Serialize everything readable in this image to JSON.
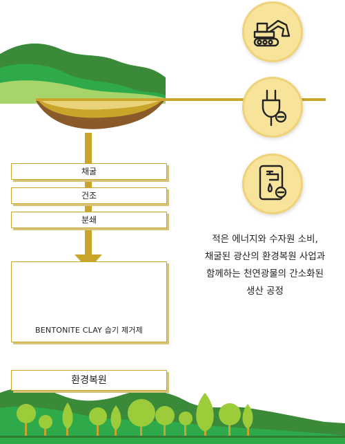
{
  "steps": [
    "채굴",
    "건조",
    "분쇄"
  ],
  "product_label": "BENTONITE CLAY 습기 제거제",
  "restore_label": "환경복원",
  "description": [
    "적은 에너지와 수자원 소비,",
    "채굴된 광산의 환경복원 사업과",
    "함께하는 천연광물의 간소화된",
    "생산 공정"
  ],
  "icons": [
    "excavator-icon",
    "power-plug-minus-icon",
    "water-faucet-minus-icon"
  ],
  "colors": {
    "gold": "#c9a52c",
    "dark_green": "#2e7d32",
    "light_green": "#9ccc3a",
    "soil": "#8a5a2b",
    "icon_bg": "#f7e39a"
  }
}
